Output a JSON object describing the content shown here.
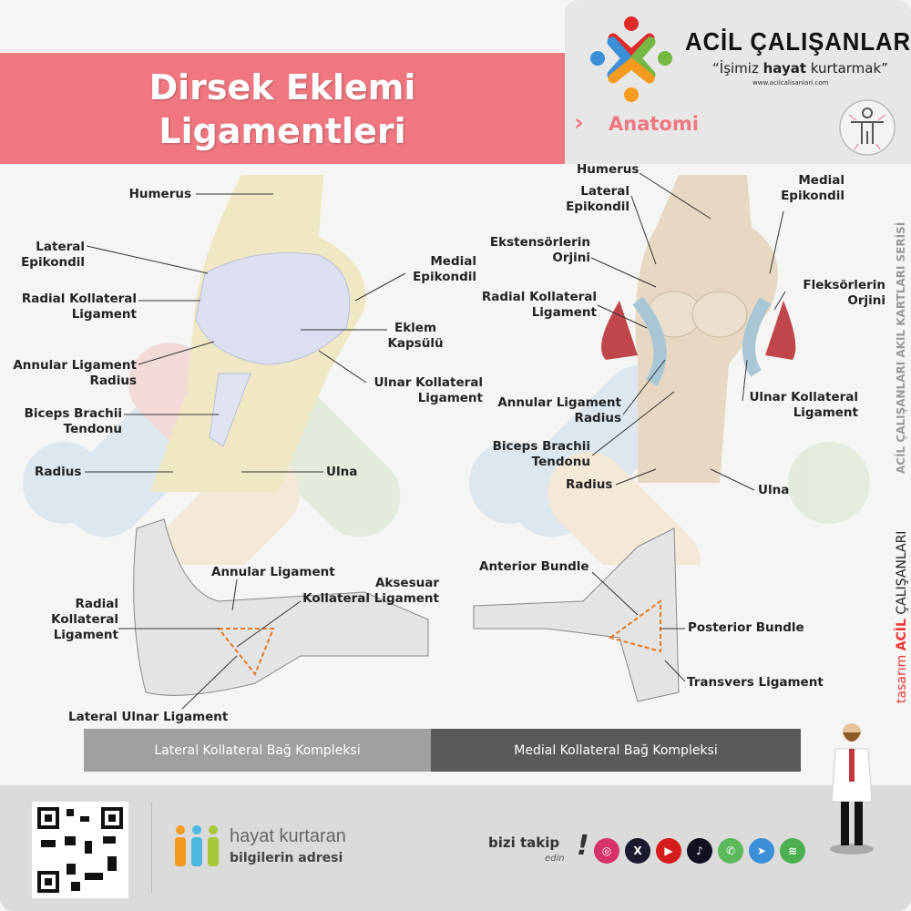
{
  "title": {
    "line1": "Dirsek Eklemi",
    "line2": "Ligamentleri"
  },
  "brand": {
    "name": "ACİL ÇALIŞANLARI",
    "motto_pre": "“İşimiz ",
    "motto_bold": "hayat",
    "motto_post": " kurtarmak”",
    "url": "www.acilcalisanlari.com",
    "category": "Anatomi"
  },
  "side": {
    "series": "ACİL ÇALIŞANLARI AKIL KARTLARI SERİSİ",
    "design_pre": "tasarım",
    "design_brand1": "ACİL",
    "design_brand2": "ÇALIŞANLARI"
  },
  "anterior_left": {
    "humerus": "Humerus",
    "lateral_epikondil": [
      "Lateral",
      "Epikondil"
    ],
    "radial_kollateral": [
      "Radial Kollateral",
      "Ligament"
    ],
    "annular": [
      "Annular Ligament",
      "Radius"
    ],
    "biceps": [
      "Biceps Brachii",
      "Tendonu"
    ],
    "radius": "Radius",
    "medial_epikondil": [
      "Medial",
      "Epikondil"
    ],
    "eklem_kapsulu": [
      "Eklem",
      "Kapsülü"
    ],
    "ulnar_kollateral": [
      "Ulnar Kollateral",
      "Ligament"
    ],
    "ulna": "Ulna"
  },
  "anterior_right": {
    "humerus": "Humerus",
    "lateral_epikondil": [
      "Lateral",
      "Epikondil"
    ],
    "medial_epikondil": [
      "Medial",
      "Epikondil"
    ],
    "ekstensor": [
      "Ekstensörlerin",
      "Orjini"
    ],
    "fleksor": [
      "Fleksörlerin",
      "Orjini"
    ],
    "radial_kollateral": [
      "Radial Kollateral",
      "Ligament"
    ],
    "ulnar_kollateral": [
      "Ulnar Kollateral",
      "Ligament"
    ],
    "annular": [
      "Annular Ligament",
      "Radius"
    ],
    "biceps": [
      "Biceps Brachii",
      "Tendonu"
    ],
    "radius": "Radius",
    "ulna": "Ulna"
  },
  "lateral_view": {
    "annular": "Annular Ligament",
    "aksesuar": [
      "Aksesuar",
      "Kollateral Ligament"
    ],
    "radial_kollateral": [
      "Radial",
      "Kollateral",
      "Ligament"
    ],
    "lateral_ulnar": "Lateral Ulnar Ligament"
  },
  "medial_view": {
    "anterior_bundle": "Anterior Bundle",
    "posterior_bundle": "Posterior Bundle",
    "transvers": "Transvers Ligament"
  },
  "bars": {
    "lateral": "Lateral Kollateral Bağ Kompleksi",
    "medial": "Medial Kollateral Bağ Kompleksi"
  },
  "footer": {
    "slogan1": "hayat kurtaran",
    "slogan2": "bilgilerin adresi",
    "follow1": "bizi takip",
    "follow2": "edin",
    "follow_mark": "!",
    "social": [
      {
        "name": "instagram",
        "glyph": "◎",
        "color": "#d6336c"
      },
      {
        "name": "x",
        "glyph": "X",
        "color": "#1a1a2e"
      },
      {
        "name": "youtube",
        "glyph": "▶",
        "color": "#d41c1c"
      },
      {
        "name": "tiktok",
        "glyph": "♪",
        "color": "#111122"
      },
      {
        "name": "whatsapp",
        "glyph": "✆",
        "color": "#5cb85c"
      },
      {
        "name": "telegram",
        "glyph": "➤",
        "color": "#3a8fd8"
      },
      {
        "name": "spotify",
        "glyph": "≋",
        "color": "#4caf50"
      }
    ]
  },
  "colors": {
    "accent": "#f0777f",
    "bar_light": "#a0a0a0",
    "bar_dark": "#5a5a5a"
  }
}
